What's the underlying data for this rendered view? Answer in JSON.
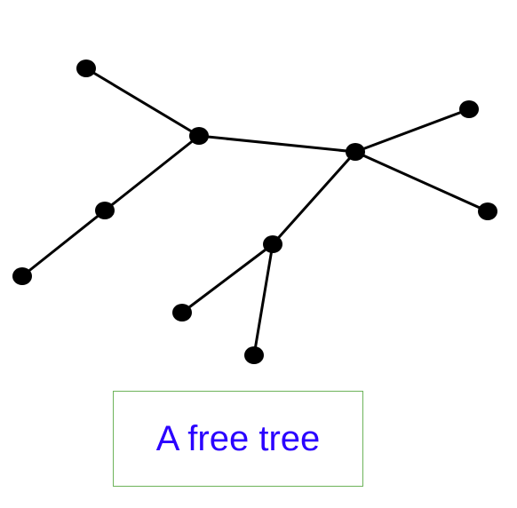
{
  "diagram": {
    "type": "free-tree",
    "nodes": [
      {
        "id": "n1"
      },
      {
        "id": "n2"
      },
      {
        "id": "n3"
      },
      {
        "id": "n4"
      },
      {
        "id": "n5"
      },
      {
        "id": "n6"
      },
      {
        "id": "n7"
      },
      {
        "id": "n8"
      },
      {
        "id": "n9"
      },
      {
        "id": "n10"
      }
    ],
    "edges": [
      [
        "n1",
        "n2"
      ],
      [
        "n2",
        "n3"
      ],
      [
        "n3",
        "n4"
      ],
      [
        "n2",
        "n5"
      ],
      [
        "n5",
        "n6"
      ],
      [
        "n5",
        "n7"
      ],
      [
        "n5",
        "n8"
      ],
      [
        "n8",
        "n9"
      ],
      [
        "n8",
        "n10"
      ]
    ],
    "node_color": "#000000",
    "edge_color": "#000000"
  },
  "caption": {
    "text": "A free tree",
    "text_color": "#2a00ff",
    "border_color": "#6db35a"
  }
}
